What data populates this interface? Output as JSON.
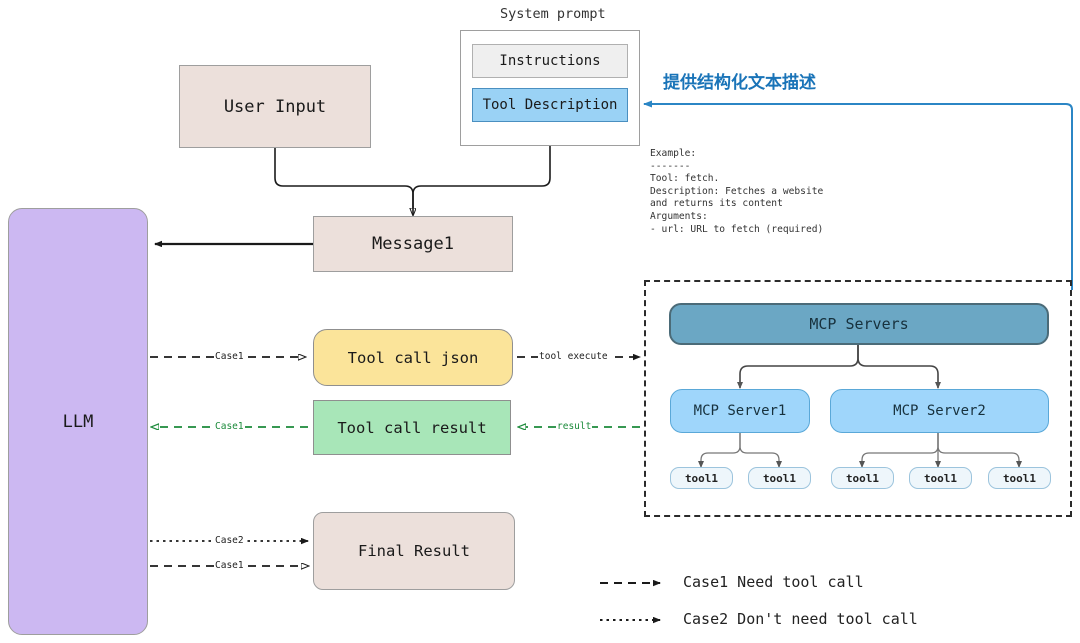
{
  "diagram": {
    "title_caption": "System prompt",
    "annotation_cn": "提供结构化文本描述",
    "nodes": {
      "user_input": "User Input",
      "instructions": "Instructions",
      "tool_description": "Tool Description",
      "message1": "Message1",
      "llm": "LLM",
      "tool_call_json": "Tool call json",
      "tool_call_result": "Tool call result",
      "final_result": "Final Result",
      "mcp_servers": "MCP Servers",
      "mcp_server1": "MCP Server1",
      "mcp_server2": "MCP Server2",
      "tools": [
        "tool1",
        "tool1",
        "tool1",
        "tool1",
        "tool1"
      ]
    },
    "example_block": "Example:\n-------\nTool: fetch.\nDescription: Fetches a website\nand returns its content\nArguments:\n- url: URL to fetch (required)",
    "edge_labels": {
      "case1_to_json": "Case1",
      "tool_execute": "tool execute",
      "case1_result": "Case1",
      "result": "result",
      "case2_final": "Case2",
      "case1_final": "Case1"
    },
    "legend": [
      {
        "marker": "dashed-arrow",
        "label": "Case1 Need tool call"
      },
      {
        "marker": "dotted-arrow",
        "label": "Case2 Don't need tool call"
      }
    ],
    "colors": {
      "beige": "#ece0db",
      "lavender": "#ccb8f2",
      "yellow": "#fbe49a",
      "green": "#a8e6b8",
      "steel_blue": "#6ba7c4",
      "sky_blue": "#9fd6fb",
      "tool_description_blue": "#9ad2f5",
      "annotation_blue": "#1a74b8",
      "result_green": "#1b8a3a"
    }
  }
}
